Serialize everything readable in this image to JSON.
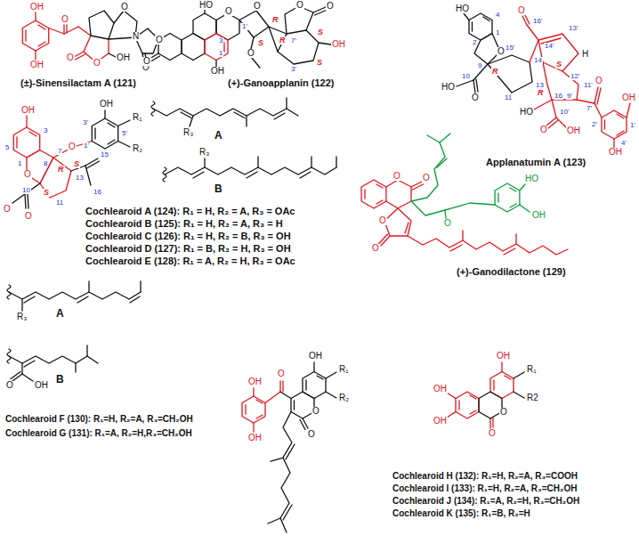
{
  "diagram": {
    "labels": [
      "OH",
      "OH",
      "O",
      "O",
      "N",
      "O",
      "O",
      "O",
      "OH",
      "(±)-Sinensilactam A (121)",
      "HO",
      "O",
      "O",
      "O",
      "1'",
      "3",
      "1",
      "OH",
      "O",
      "R",
      "O",
      "S",
      "R",
      "7'",
      "O",
      "O",
      "S",
      "OH",
      "S",
      "3'",
      "(+)-Ganoapplanin (122)",
      "HO",
      "4",
      "2",
      "1",
      "O",
      "9",
      "R",
      "10",
      "HO",
      "O",
      "11",
      "13",
      "14",
      "15'",
      "O",
      "16'",
      "14'",
      "13'",
      "H",
      "12'",
      "S",
      "11'",
      "9'",
      "R",
      "16",
      "HO",
      "10'",
      "O",
      "OH",
      "7'",
      "O",
      "2'",
      "1'",
      "OH",
      "4'",
      "OH",
      "Applanatumin A (123)",
      "OH",
      "5",
      "3",
      "1",
      "O",
      "7",
      "O",
      "8",
      "R",
      "S",
      "13",
      "15",
      "16",
      "10",
      "S",
      "11",
      "O",
      "O",
      "OH",
      "3'",
      "R₁",
      "5'",
      "R₂",
      "1'",
      "R₃",
      "A",
      "R₃",
      "B",
      "Cochlearoid A (124): R₁ = H, R₂ = A, R₃ = OAc",
      "Cochlearoid B (125): R₁ = H, R₂ = A, R₃ = H",
      "Cochlearoid C (126): R₁ = H, R₂ = B, R₃ = OH",
      "Cochlearoid D (127): R₁ = B, R₂ = H, R₃ = OH",
      "Cochlearoid E (128): R₁ = A, R₂ = H, R₃ = OAc",
      "O",
      "O",
      "O",
      "O",
      "O",
      "HO",
      "OH",
      "(+)-Ganodilactone (129)",
      "R₃",
      "A",
      "O",
      "OH",
      "B",
      "Cochlearoid F (130): R₁=H, R₂=A, R₃=CH₂OH",
      "Cochlearoid G (131): R₁=A, R₂=H,R₃=CH₂OH",
      "OH",
      "OH",
      "O",
      "OH",
      "R₁",
      "R₂",
      "O",
      "O",
      "OH",
      "OH",
      "O",
      "O",
      "OH",
      "R₁",
      "R2",
      "Cochlearoid H (132): R₁=H, R₂=A, R₃=COOH",
      "Cochlearoid I (133): R₁=H, R₂=A, R₃=CH₂OH",
      "Cochlearoid J (134): R₁=A, R₂=H, R₃=CH₂OH",
      "Cochlearoid K (135): R₁=B, R₂=H"
    ]
  }
}
